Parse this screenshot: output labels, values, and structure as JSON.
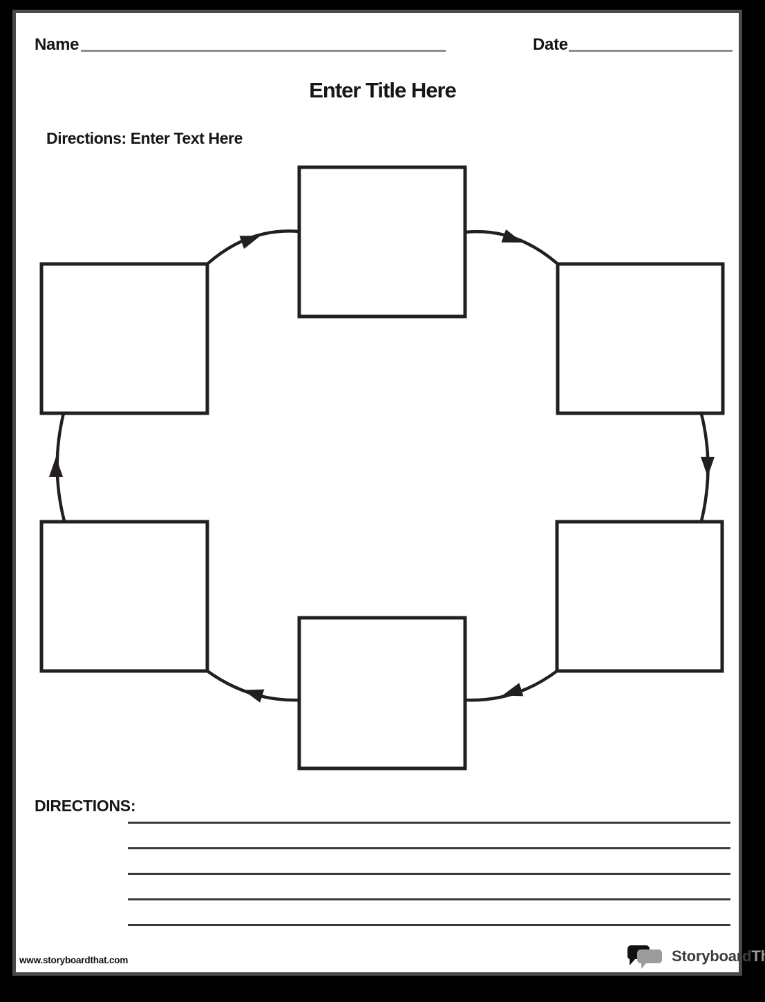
{
  "header": {
    "name_label": "Name",
    "date_label": "Date",
    "title_placeholder": "Enter Title Here",
    "directions_placeholder": "Directions: Enter Text Here"
  },
  "diagram": {
    "type": "cycle-chart",
    "box_count": 6,
    "flow_direction": "clockwise",
    "boxes": [
      {
        "id": "top-center",
        "text": ""
      },
      {
        "id": "upper-right",
        "text": ""
      },
      {
        "id": "lower-right",
        "text": ""
      },
      {
        "id": "bottom-center",
        "text": ""
      },
      {
        "id": "lower-left",
        "text": ""
      },
      {
        "id": "upper-left",
        "text": ""
      }
    ],
    "stroke_color": "#231f20",
    "box_fill": "#ffffff"
  },
  "directions_section": {
    "label": "DIRECTIONS:",
    "writing_line_count": 5,
    "line_color": "#3a3a3a"
  },
  "footer": {
    "url": "www.storyboardthat.com",
    "logo_part1": "Storyboard",
    "logo_part2": "That",
    "logo_dark_color": "#3d3d3d",
    "logo_gray_color": "#9c9c9c"
  },
  "page_colors": {
    "outer_border": "#000000",
    "inner_border": "#4a4a4a",
    "page_background": "#ffffff",
    "blank_line_gray": "#8f8f8f"
  }
}
